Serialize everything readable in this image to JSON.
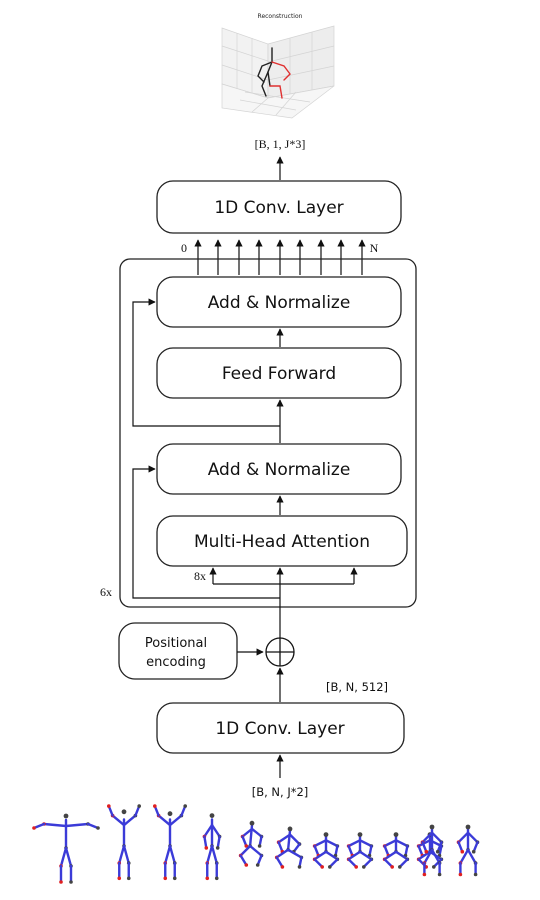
{
  "reconstruction": {
    "title": "Reconstruction",
    "output_shape": "[B, 1, J*3]"
  },
  "blocks": {
    "top_conv": "1D Conv. Layer",
    "bottom_conv": "1D Conv. Layer",
    "add_norm_top": "Add & Normalize",
    "feed_forward": "Feed Forward",
    "add_norm_bottom": "Add & Normalize",
    "mha": "Multi-Head Attention",
    "positional_line1": "Positional",
    "positional_line2": "encoding"
  },
  "labels": {
    "first_token": "0",
    "last_token": "N",
    "repeat": "6x",
    "heads": "8x",
    "embed_shape": "[B, N, 512]",
    "input_shape": "[B, N, J*2]"
  },
  "colors": {
    "stroke": "#222222",
    "skeleton_blue": "#3b3bd8",
    "skeleton_red": "#e03030",
    "skeleton_head": "#444444",
    "pose_red": "#e02020"
  },
  "input_pose_count": 12
}
